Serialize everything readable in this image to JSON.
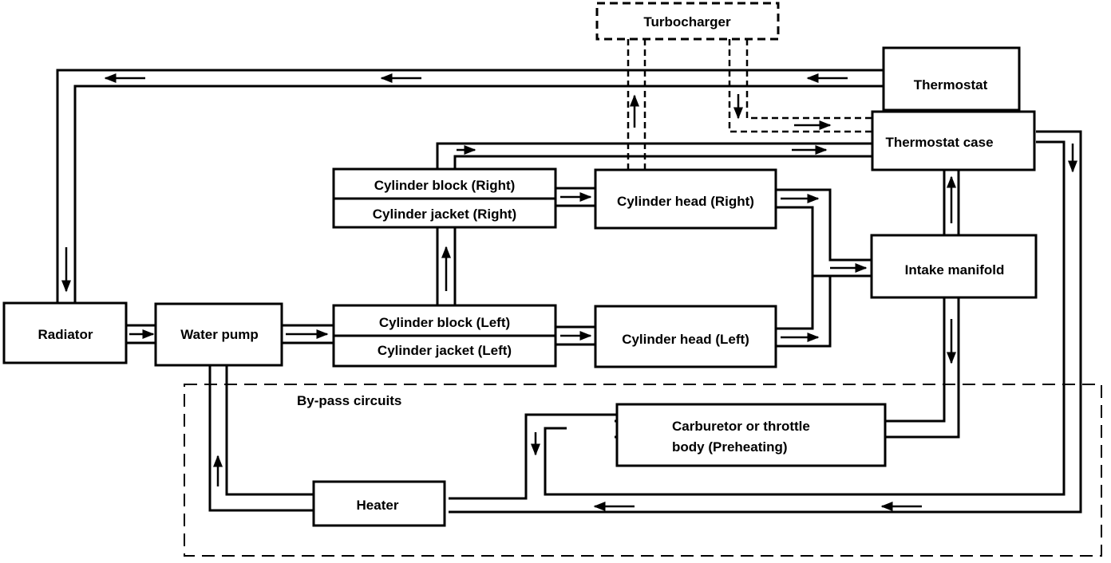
{
  "labels": {
    "turbocharger": "Turbocharger",
    "thermostat": "Thermostat",
    "thermostat_case": "Thermostat case",
    "cyl_block_right": "Cylinder block (Right)",
    "cyl_jacket_right": "Cylinder jacket (Right)",
    "cyl_head_right": "Cylinder head (Right)",
    "intake_manifold": "Intake manifold",
    "radiator": "Radiator",
    "water_pump": "Water pump",
    "cyl_block_left": "Cylinder block (Left)",
    "cyl_jacket_left": "Cylinder jacket (Left)",
    "cyl_head_left": "Cylinder head (Left)",
    "bypass": "By-pass circuits",
    "carb_line1": "Carburetor or throttle",
    "carb_line2": "body (Preheating)",
    "heater": "Heater"
  },
  "colors": {
    "ink": "#000000",
    "paper": "#ffffff"
  }
}
